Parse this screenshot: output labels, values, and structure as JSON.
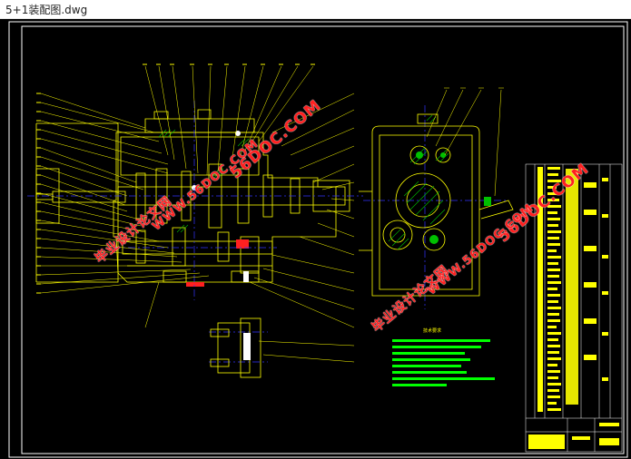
{
  "window": {
    "title": "5+1装配图.dwg"
  },
  "watermarks": {
    "brand": "56DOC.COM",
    "brand_url": "WWW.56DOC.COM",
    "site_name": "毕业设计论文网"
  },
  "drawing": {
    "notes_heading": "技术要求"
  },
  "colors": {
    "background": "#000000",
    "frame": "#ffffff",
    "geometry": "#ffff00",
    "leaders": "#ffff00",
    "centerlines": "#3333ff",
    "section": "#00c000",
    "notes": "#00ff00",
    "watermark": "#ff2020"
  }
}
